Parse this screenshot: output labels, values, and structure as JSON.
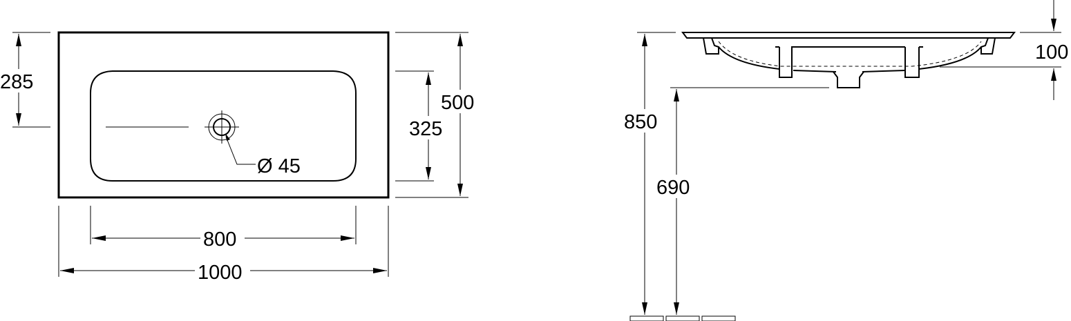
{
  "top_view": {
    "width_total": "1000",
    "width_basin": "800",
    "depth_total": "500",
    "depth_basin": "325",
    "tap_offset": "285",
    "drain_diameter": "Ø 45"
  },
  "side_view": {
    "height_top": "850",
    "height_bottom": "690",
    "basin_depth": "100"
  }
}
